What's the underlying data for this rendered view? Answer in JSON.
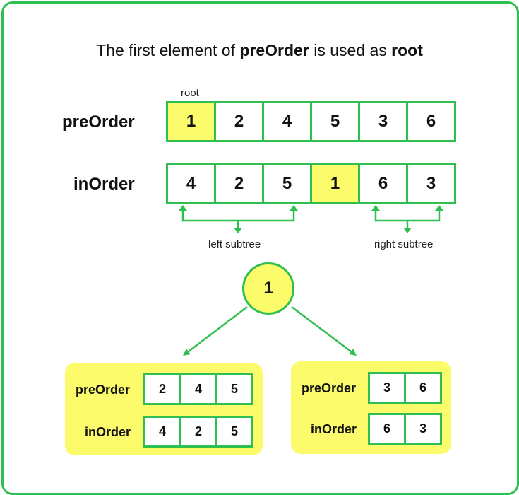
{
  "title": {
    "part1": "The first element of ",
    "bold1": "preOrder",
    "part2": " is used as ",
    "bold2": "root"
  },
  "root_note": "root",
  "main": {
    "preorder_label": "preOrder",
    "inorder_label": "inOrder",
    "preorder": [
      "1",
      "2",
      "4",
      "5",
      "3",
      "6"
    ],
    "inorder": [
      "4",
      "2",
      "5",
      "1",
      "6",
      "3"
    ]
  },
  "left_subtree_label": "left subtree",
  "right_subtree_label": "right subtree",
  "root_node": "1",
  "left_box": {
    "preorder_label": "preOrder",
    "inorder_label": "inOrder",
    "preorder": [
      "2",
      "4",
      "5"
    ],
    "inorder": [
      "4",
      "2",
      "5"
    ]
  },
  "right_box": {
    "preorder_label": "preOrder",
    "inorder_label": "inOrder",
    "preorder": [
      "3",
      "6"
    ],
    "inorder": [
      "6",
      "3"
    ]
  },
  "colors": {
    "accent_green": "#2fbf50",
    "highlight_yellow": "#fbfb6b"
  }
}
